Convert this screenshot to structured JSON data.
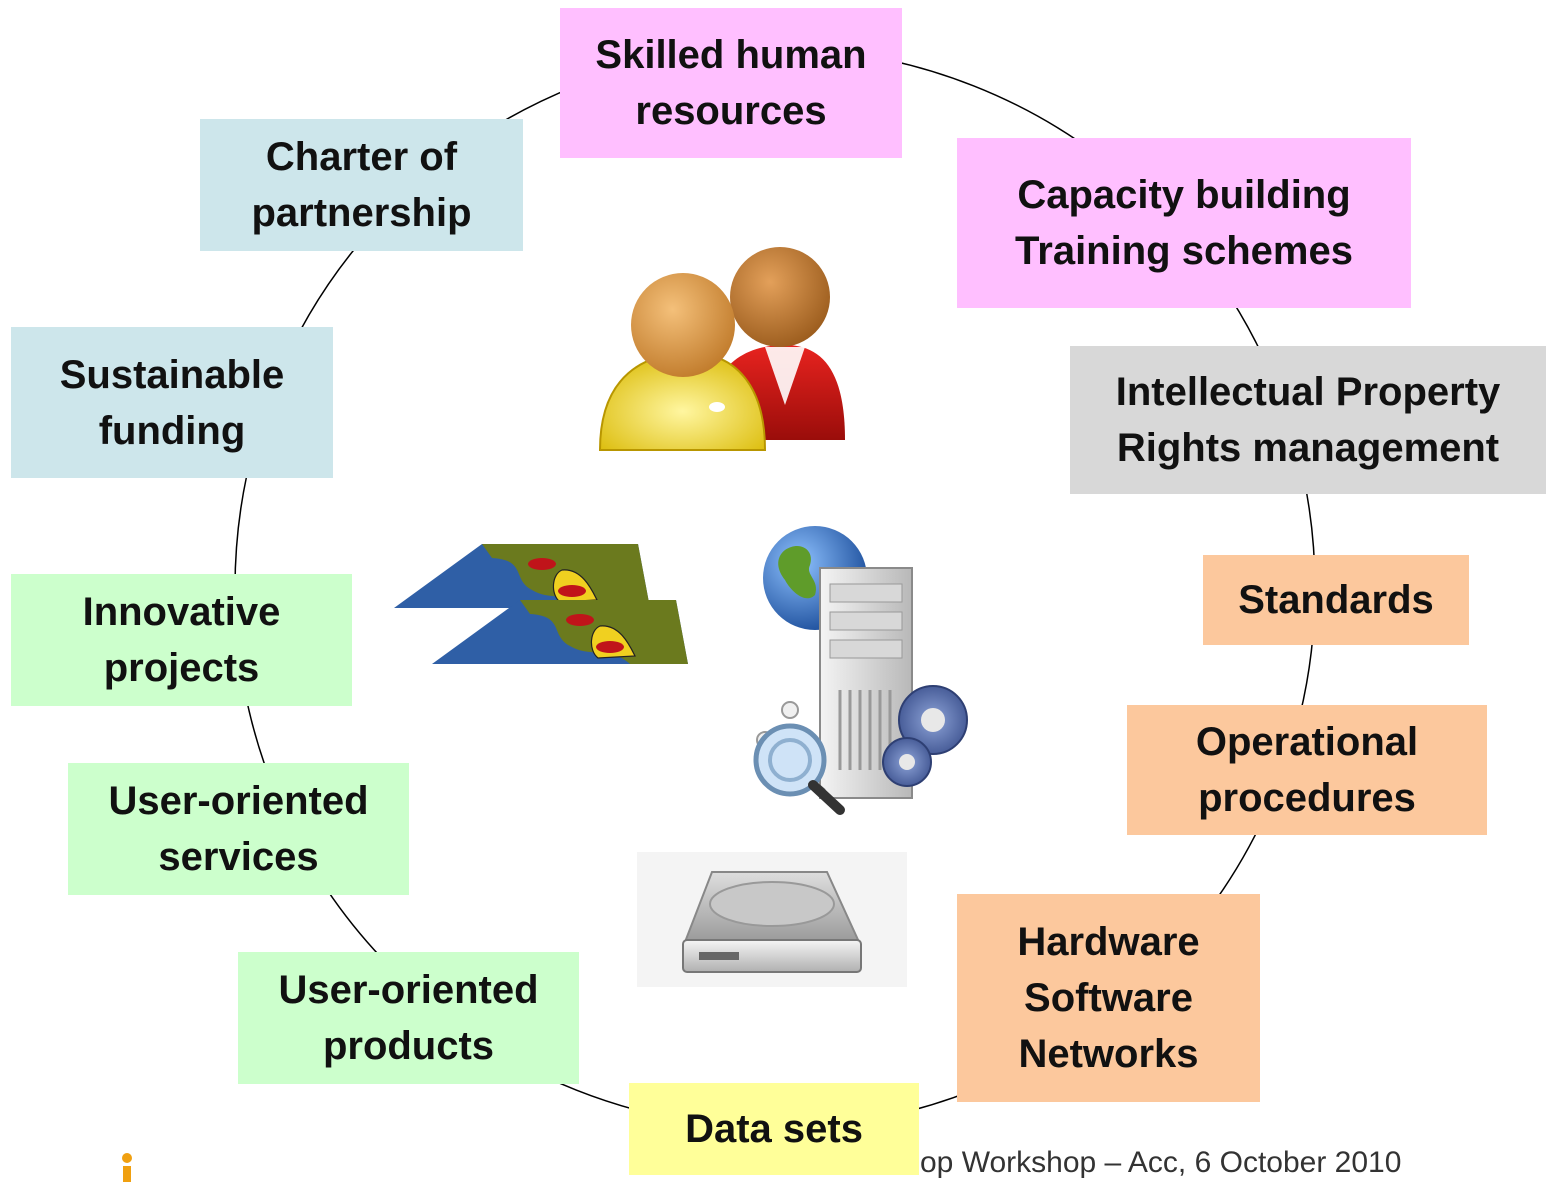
{
  "colors": {
    "pink": "#ffbfff",
    "blue": "#cde6eb",
    "gray": "#d8d8d8",
    "orange": "#fcc89d",
    "green": "#ccffcc",
    "yellow": "#ffff99",
    "logo": "#f0a010"
  },
  "boxes": {
    "skilled": [
      "Skilled human",
      "resources"
    ],
    "capacity": [
      "Capacity building",
      "Training schemes"
    ],
    "ipr": [
      "Intellectual Property",
      "Rights management"
    ],
    "standards": [
      "Standards"
    ],
    "operational": [
      "Operational",
      "procedures"
    ],
    "hardware": [
      "Hardware",
      "Software",
      "Networks"
    ],
    "datasets": [
      "Data sets"
    ],
    "products": [
      "User-oriented",
      "products"
    ],
    "services": [
      "User-oriented",
      "services"
    ],
    "innovative": [
      "Innovative",
      "projects"
    ],
    "funding": [
      "Sustainable",
      "funding"
    ],
    "charter": [
      "Charter of",
      "partnership"
    ]
  },
  "icons": [
    "people-icon",
    "map-layers-icon",
    "server-globe-icon",
    "hard-drive-icon"
  ],
  "footer": {
    "text": "op Workshop – Acc, 6 October 2010"
  }
}
